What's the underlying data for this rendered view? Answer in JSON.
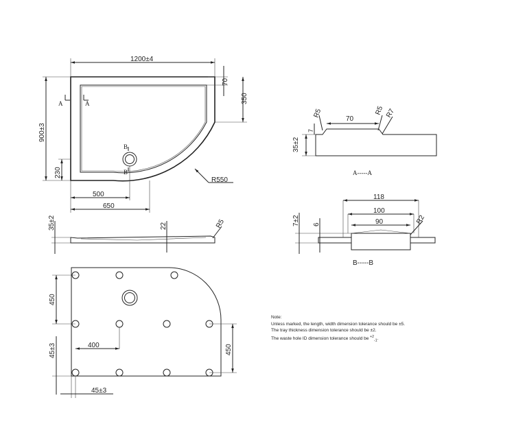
{
  "dimensions": {
    "top_width": "1200±4",
    "top_depth_small": "70",
    "right_depth": "350",
    "left_depth": "900±3",
    "waste_height": "230",
    "radius_main": "R550",
    "waste_x": "500",
    "total_x": "650",
    "side_height": "35±2",
    "side_slope": "22",
    "side_radius": "R5",
    "bottom_y1": "450",
    "bottom_y2": "45±3",
    "bottom_x": "400",
    "bottom_x2": "45±3",
    "bottom_right": "450"
  },
  "section_a": {
    "r_left": "R5",
    "r_mid": "R5",
    "r_right": "R7",
    "width": "70",
    "small": "7",
    "height": "35±2",
    "label": "A-----A"
  },
  "section_b": {
    "w1": "118",
    "w2": "100",
    "w3": "90",
    "height": "7±2",
    "depth": "6",
    "radius": "R2",
    "label": "B-----B"
  },
  "markers": {
    "a": "A",
    "b": "B"
  },
  "note": {
    "title": "Note:",
    "line1": "Unless marked, the length, width dimension tolerance should be ±5.",
    "line2": "The tray thickness dimension tolerance should be ±2.",
    "line3_prefix": "The waste hole ID dimension tolerance should be ",
    "line3_sup": "+2",
    "line3_sub": "-1",
    "line3_suffix": "."
  },
  "colors": {
    "line": "#222222",
    "hatch": "#555555"
  }
}
